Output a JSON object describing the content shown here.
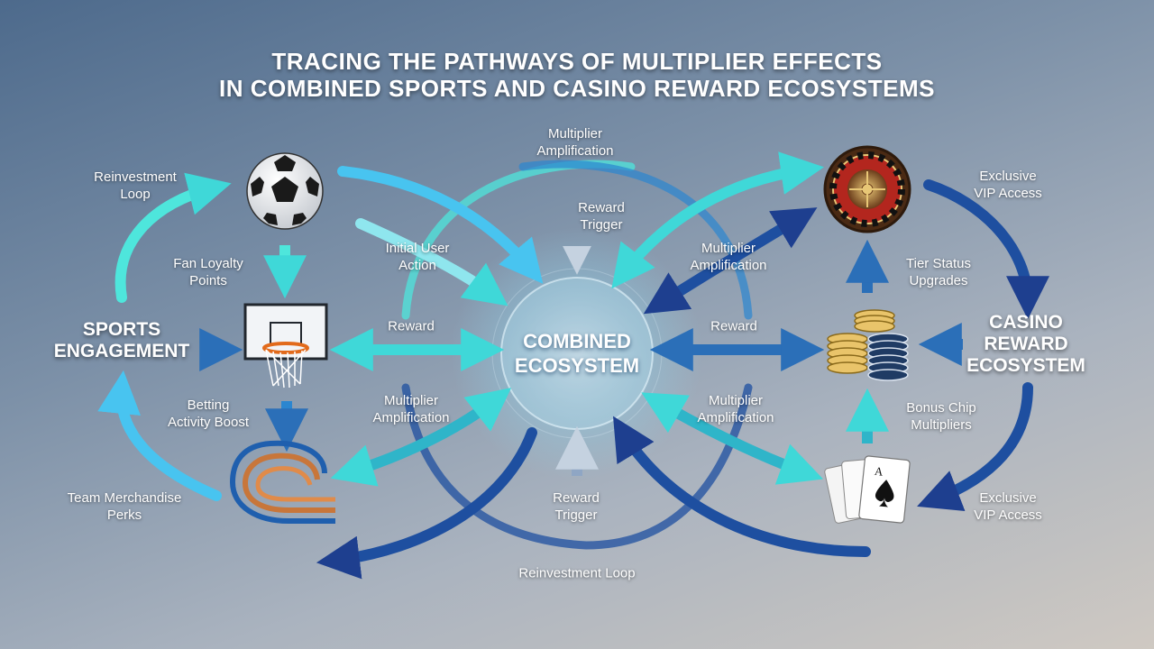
{
  "title": {
    "line1": "TRACING THE PATHWAYS OF MULTIPLIER EFFECTS",
    "line2": "IN COMBINED SPORTS AND CASINO REWARD ECOSYSTEMS"
  },
  "center": {
    "line1": "COMBINED",
    "line2": "ECOSYSTEM"
  },
  "sports": {
    "line1": "SPORTS",
    "line2": "ENGAGEMENT"
  },
  "casino": {
    "line1": "CASINO",
    "line2": "REWARD",
    "line3": "ECOSYSTEM"
  },
  "labels": {
    "reinvestment_top": [
      "Reinvestment",
      "Loop"
    ],
    "fan_loyalty": [
      "Fan Loyalty",
      "Points"
    ],
    "betting_boost": [
      "Betting",
      "Activity Boost"
    ],
    "team_merch": [
      "Team Merchandise",
      "Perks"
    ],
    "initial_action": [
      "Initial User",
      "Action"
    ],
    "reward_left": "Reward",
    "mult_left_lower": [
      "Multiplier",
      "Amplification"
    ],
    "mult_top": [
      "Multiplier",
      "Amplification"
    ],
    "reward_trigger_top": [
      "Reward",
      "Trigger"
    ],
    "mult_right_upper": [
      "Multiplier",
      "Amplification"
    ],
    "reward_right": "Reward",
    "mult_right_lower": [
      "Multiplier",
      "Amplification"
    ],
    "reward_trigger_bottom": [
      "Reward",
      "Trigger"
    ],
    "reinvestment_bottom": "Reinvestment Loop",
    "vip_top": [
      "Exclusive",
      "VIP Access"
    ],
    "tier_status": [
      "Tier Status",
      "Upgrades"
    ],
    "bonus_chip": [
      "Bonus Chip",
      "Multipliers"
    ],
    "vip_bottom": [
      "Exclusive",
      "VIP Access"
    ]
  },
  "icons": {
    "soccer": "soccer-ball-icon",
    "hoop": "basketball-hoop-icon",
    "track": "running-track-icon",
    "roulette": "roulette-wheel-icon",
    "chips": "casino-chips-icon",
    "cards": "playing-cards-icon"
  },
  "colors": {
    "teal": "#3fd8d8",
    "cyan": "#48c4f0",
    "blue": "#2b6fb8",
    "navy": "#1e3f8f",
    "white": "#ffffff"
  }
}
